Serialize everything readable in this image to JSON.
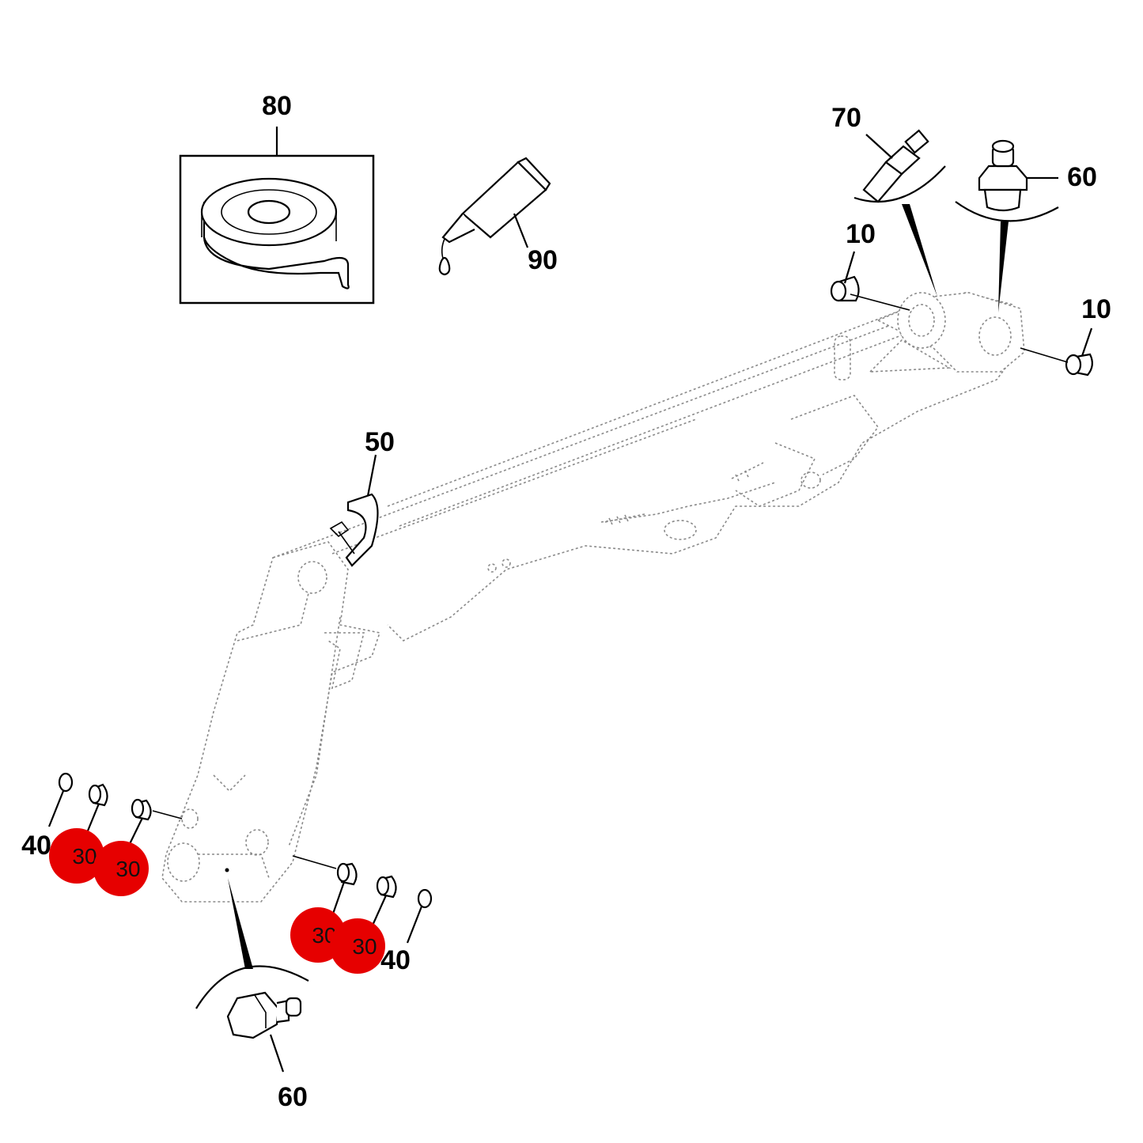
{
  "callouts": {
    "tape": "80",
    "tube": "90",
    "sensor": "70",
    "grease_top": "60",
    "bush_top_left": "10",
    "bush_top_right": "10",
    "strap": "50",
    "ring_left": "40",
    "ring_right": "40",
    "grease_bottom": "60"
  },
  "highlights": [
    {
      "label": "30"
    },
    {
      "label": "30"
    },
    {
      "label": "30"
    },
    {
      "label": "30"
    }
  ],
  "colors": {
    "highlight": "#e60000",
    "line": "#000000",
    "ghost": "#8a8a8a"
  }
}
